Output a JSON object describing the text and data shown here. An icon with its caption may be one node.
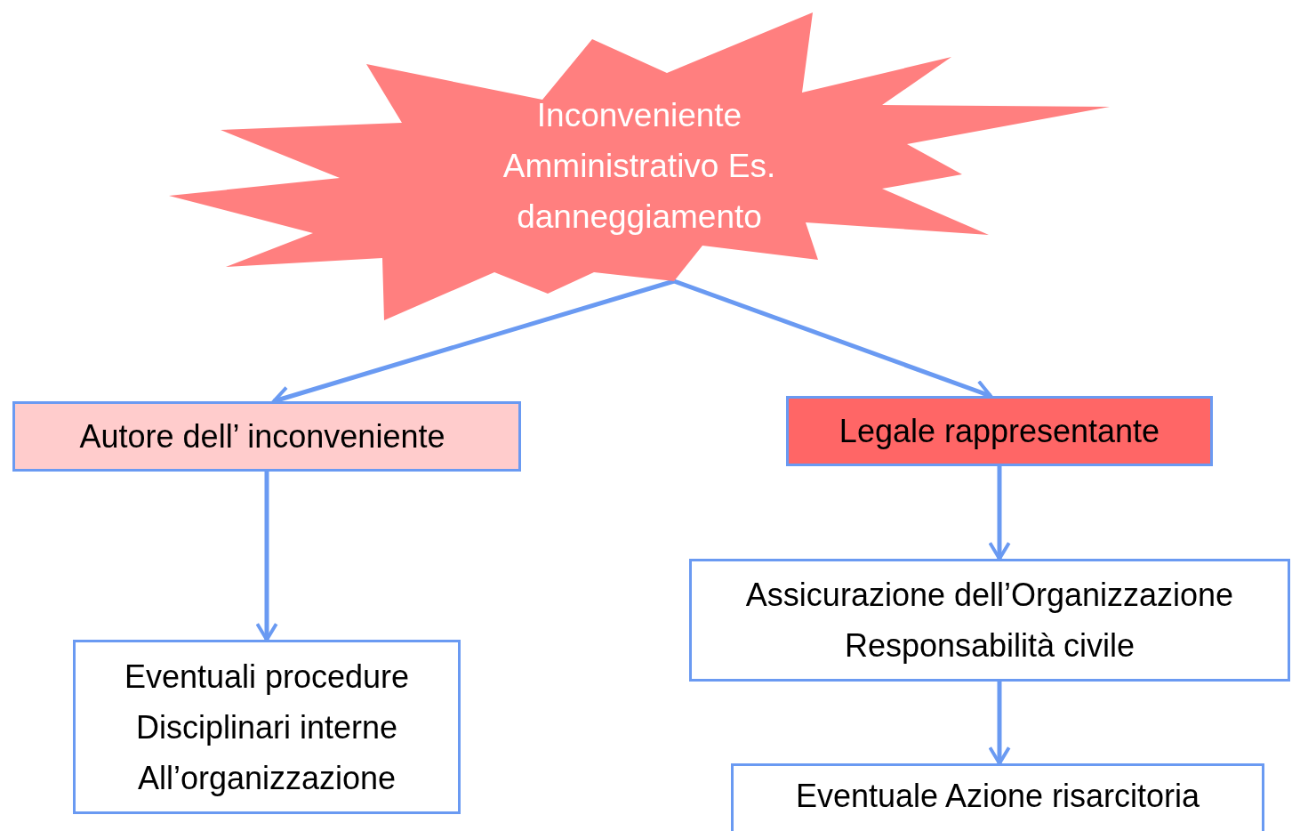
{
  "diagram": {
    "nodes": [
      {
        "text": [
          "Inconveniente Amministrativo Es. danneggiamento"
        ]
      },
      {
        "text": [
          "Autore dell’ inconveniente"
        ]
      },
      {
        "text": [
          "Legale rappresentante"
        ]
      },
      {
        "text": [
          "Eventuali procedure Disciplinari interne All’organizzazione"
        ]
      },
      {
        "text": [
          "Assicurazione dell’Organizzazione Responsabilità civile"
        ]
      },
      {
        "text": [
          "Eventuale Azione risarcitoria"
        ]
      }
    ],
    "edges": [
      {
        "from": 0,
        "to": 1,
        "arrow": "to"
      },
      {
        "from": 0,
        "to": 2,
        "arrow": "to"
      },
      {
        "from": 1,
        "to": 3,
        "arrow": "to"
      },
      {
        "from": 2,
        "to": 4,
        "arrow": "to"
      },
      {
        "from": 4,
        "to": 5,
        "arrow": "to"
      }
    ]
  }
}
